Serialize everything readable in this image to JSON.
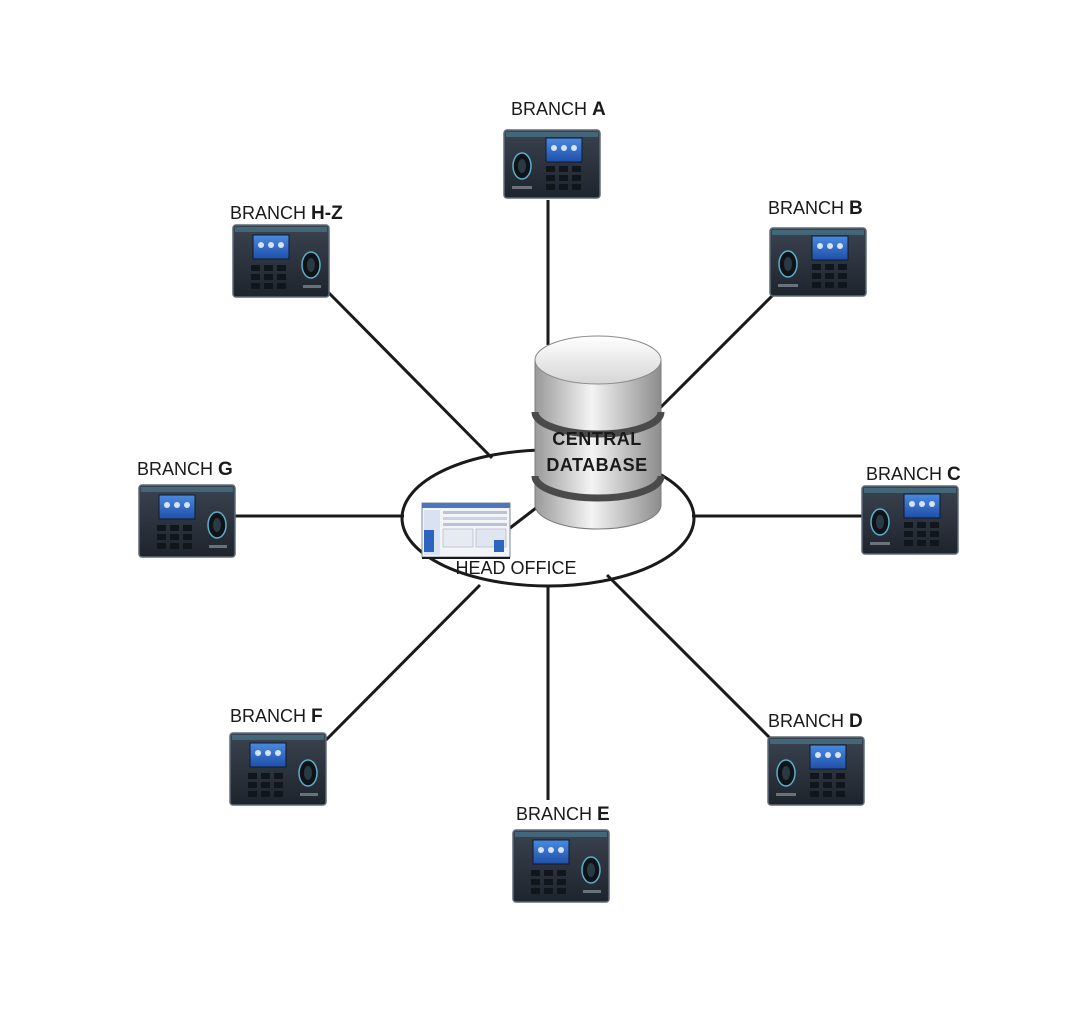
{
  "diagram": {
    "branches": [
      {
        "id": "a",
        "prefix": "BRANCH",
        "letter": "A"
      },
      {
        "id": "b",
        "prefix": "BRANCH",
        "letter": "B"
      },
      {
        "id": "c",
        "prefix": "BRANCH",
        "letter": "C"
      },
      {
        "id": "d",
        "prefix": "BRANCH",
        "letter": "D"
      },
      {
        "id": "e",
        "prefix": "BRANCH",
        "letter": "E"
      },
      {
        "id": "f",
        "prefix": "BRANCH",
        "letter": "F"
      },
      {
        "id": "g",
        "prefix": "BRANCH",
        "letter": "G"
      },
      {
        "id": "hz",
        "prefix": "BRANCH",
        "letter": "H-Z"
      }
    ],
    "database": {
      "line1": "CENTRAL",
      "line2": "DATABASE"
    },
    "head_office": {
      "label": "HEAD OFFICE"
    },
    "colors": {
      "line": "#1a1a1a",
      "device_body": "#2b3440",
      "device_screen": "#2f6fd0",
      "device_accent": "#5ab0c8",
      "cylinder_light": "#ececec",
      "cylinder_dark": "#8a8a8a"
    }
  }
}
